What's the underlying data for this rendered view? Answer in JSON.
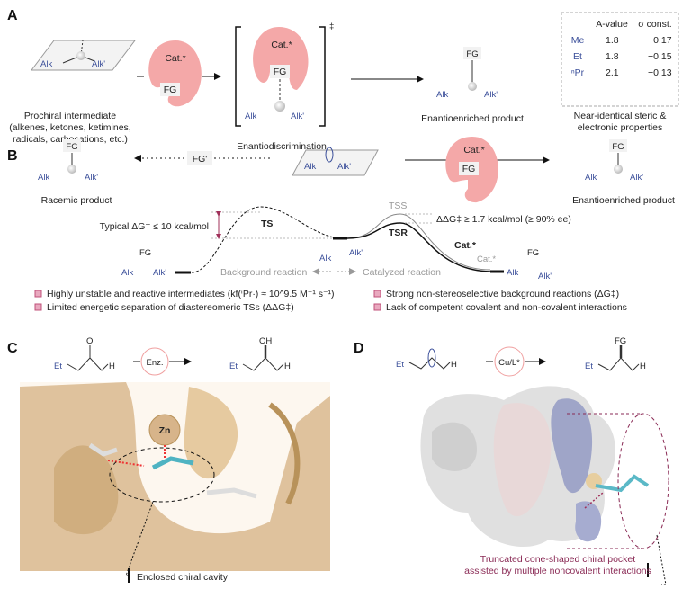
{
  "panelA": {
    "label": "A",
    "prochiral": {
      "alk": "Alk",
      "alk2": "Alk'",
      "caption": [
        "Prochiral intermediate",
        "(alkenes, ketones, ketimines,",
        "radicals, carbocations, etc.)"
      ]
    },
    "catalyst": {
      "cat": "Cat.*",
      "fg": "FG"
    },
    "ts": {
      "cat": "Cat.*",
      "fg": "FG",
      "alk": "Alk",
      "alk2": "Alk'",
      "dagger": "‡",
      "caption": "Enantiodiscrimination"
    },
    "product": {
      "fg": "FG",
      "alk": "Alk",
      "alk2": "Alk'",
      "caption": "Enantioenriched product"
    },
    "table": {
      "headers": [
        "",
        "A-value",
        "σ const."
      ],
      "rows": [
        [
          "Me",
          "1.8",
          "−0.17"
        ],
        [
          "Et",
          "1.8",
          "−0.15"
        ],
        [
          "ⁿPr",
          "2.1",
          "−0.13"
        ]
      ],
      "caption": [
        "Near-identical steric &",
        "electronic properties"
      ]
    }
  },
  "panelB": {
    "label": "B",
    "racemic": {
      "fg": "FG",
      "alk": "Alk",
      "alk2": "Alk'",
      "caption": "Racemic product"
    },
    "fg_prime": "FG'",
    "intermediate": {
      "alk": "Alk",
      "alk2": "Alk'"
    },
    "catalyst": {
      "cat": "Cat.*",
      "fg": "FG"
    },
    "product": {
      "fg": "FG",
      "alk": "Alk",
      "alk2": "Alk'",
      "caption": "Enantioenriched product"
    },
    "energy": {
      "typical": "Typical ΔG‡ ≤ 10 kcal/mol",
      "ts": "TS",
      "ts_s": "TSS",
      "ts_r": "TSR",
      "ddg": "ΔΔG‡ ≥ 1.7 kcal/mol (≥ 90% ee)",
      "cat1": "Cat.*",
      "cat2": "Cat.*",
      "background": "Background reaction",
      "catalyzed": "Catalyzed reaction",
      "left_fg": "FG",
      "left_alk": "Alk",
      "left_alk2": "Alk'",
      "mid_alk": "Alk",
      "mid_alk2": "Alk'",
      "right_fg": "FG",
      "right_alk": "Alk",
      "right_alk2": "Alk'"
    },
    "bullets": [
      "Highly unstable and reactive intermediates (kf(ⁱPr·) ≈ 10^9.5 M⁻¹ s⁻¹)",
      "Limited energetic separation of diastereomeric TSs (ΔΔG‡)",
      "Strong non-stereoselective background reactions (ΔG‡)",
      "Lack of competent covalent and non-covalent interactions"
    ],
    "bullet_color": "#c0507a"
  },
  "panelC": {
    "label": "C",
    "reactant": {
      "o": "O",
      "et": "Et",
      "h": "H"
    },
    "enzyme": "Enz.",
    "product": {
      "oh": "OH",
      "et": "Et",
      "h": "H"
    },
    "zn": "Zn",
    "caption": "Enclosed chiral cavity",
    "surface_color": "#d9b98e"
  },
  "panelD": {
    "label": "D",
    "reactant": {
      "et": "Et",
      "h": "H"
    },
    "catalyst": "Cu/L*",
    "product": {
      "fg": "FG",
      "et": "Et",
      "h": "H"
    },
    "caption": [
      "Truncated cone-shaped chiral pocket",
      "assisted by multiple noncovalent interactions"
    ],
    "caption_color": "#8a2a55"
  }
}
